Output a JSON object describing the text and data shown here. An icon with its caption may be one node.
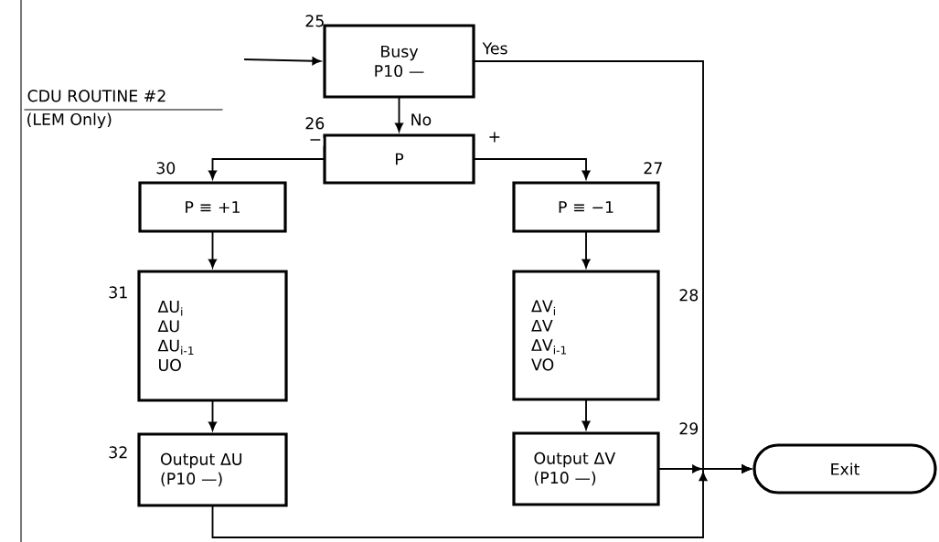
{
  "diagram": {
    "title": "CDU ROUTINE #2",
    "nodes": [
      {
        "text": [
          "Busy P10 —"
        ],
        "beside": [
          "25"
        ]
      },
      {
        "text": [
          "P"
        ],
        "beside": [
          "26"
        ]
      },
      {
        "text": [
          "P ≡ +1"
        ],
        "beside": [
          "30"
        ]
      },
      {
        "text": [
          "P ≡ −1"
        ],
        "beside": [
          "27"
        ]
      },
      {
        "text": [
          "ΔU$_{i}$",
          "ΔU",
          "ΔU$_{i-1}$",
          "UO"
        ],
        "beside": [
          "31"
        ]
      },
      {
        "text": [
          "ΔV$_{i}$",
          "ΔV",
          "ΔV$_{i-1}$",
          "VO"
        ],
        "beside": [
          "28"
        ]
      },
      {
        "text": [
          "Output ΔU (P10 —)"
        ],
        "beside": [
          "32"
        ]
      },
      {
        "text": [
          "Output ΔV (P10 —)"
        ],
        "beside": [
          "29"
        ]
      },
      {
        "text": [
          "Exit"
        ]
      }
    ],
    "edges": [
      {
        "from": null,
        "to": 0,
        "arrow": "to"
      },
      {
        "from": 0,
        "to": 1,
        "arrow": "to",
        "label": "No"
      },
      {
        "from": 0,
        "to": 8,
        "arrow": "to",
        "label": "Yes"
      },
      {
        "from": 1,
        "to": 2,
        "arrow": "to",
        "label": "−"
      },
      {
        "from": 1,
        "to": 3,
        "arrow": "to",
        "label": "+"
      },
      {
        "from": 2,
        "to": 4,
        "arrow": "to"
      },
      {
        "from": 4,
        "to": 6,
        "arrow": "to"
      },
      {
        "from": 3,
        "to": 5,
        "arrow": "to"
      },
      {
        "from": 5,
        "to": 7,
        "arrow": "to"
      },
      {
        "from": 6,
        "to": 8,
        "arrow": "to"
      },
      {
        "from": 7,
        "to": 8,
        "arrow": "to"
      }
    ],
    "labels": [
      "(LEM Only)"
    ]
  }
}
